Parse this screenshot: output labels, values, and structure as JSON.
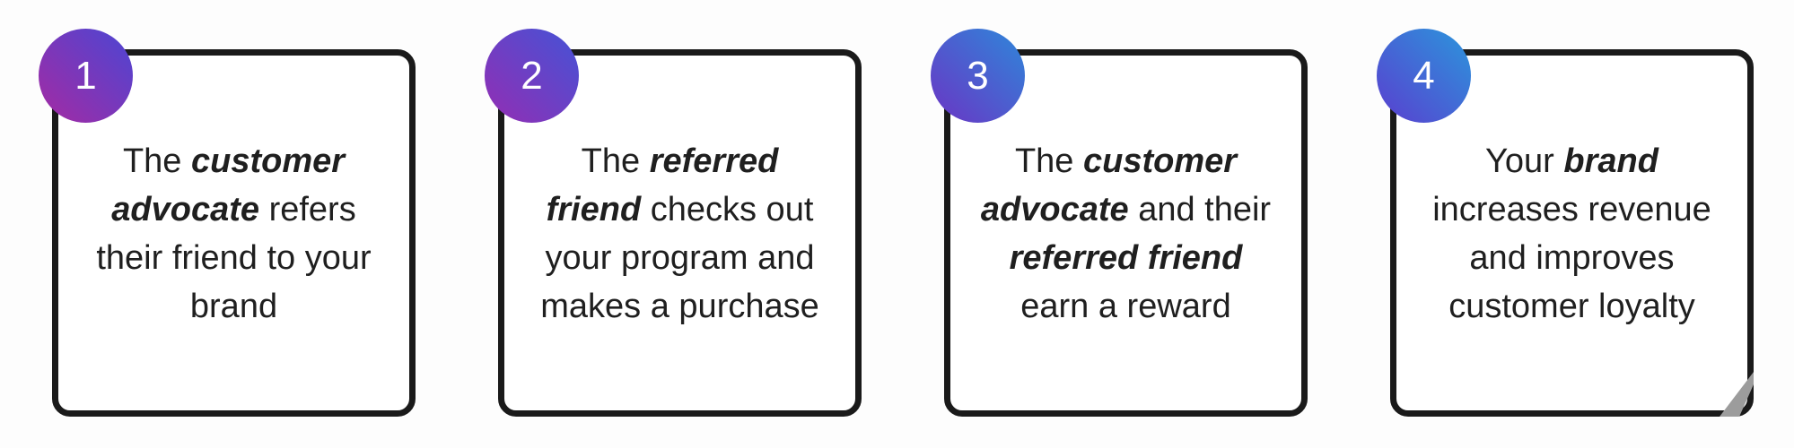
{
  "style": {
    "page_bg": "#fdfdfd",
    "card_bg": "#ffffff",
    "card_border": "#1a1a1a",
    "text_color": "#1f1f1f",
    "artifact_color": "#9c9c9c",
    "badge_number_color": "#ffffff"
  },
  "cards": [
    {
      "number": "1",
      "badge_from": "#a52aa3",
      "badge_to": "#4b46d3",
      "full_text": "The customer advocate refers their friend to your brand",
      "lines": [
        [
          {
            "t": "The ",
            "em": false
          },
          {
            "t": "customer",
            "em": true
          }
        ],
        [
          {
            "t": "advocate",
            "em": true
          },
          {
            "t": " refers",
            "em": false
          }
        ],
        [
          {
            "t": "their friend to your",
            "em": false
          }
        ],
        [
          {
            "t": "brand",
            "em": false
          }
        ]
      ]
    },
    {
      "number": "2",
      "badge_from": "#942db3",
      "badge_to": "#4453d6",
      "full_text": "The referred friend checks out your program and makes a purchase",
      "lines": [
        [
          {
            "t": "The ",
            "em": false
          },
          {
            "t": "referred",
            "em": true
          }
        ],
        [
          {
            "t": "friend",
            "em": true
          },
          {
            "t": " checks out",
            "em": false
          }
        ],
        [
          {
            "t": "your program and",
            "em": false
          }
        ],
        [
          {
            "t": "makes a purchase",
            "em": false
          }
        ]
      ]
    },
    {
      "number": "3",
      "badge_from": "#6b34c4",
      "badge_to": "#2e87da",
      "full_text": "The customer advocate and their referred friend earn a reward",
      "lines": [
        [
          {
            "t": "The ",
            "em": false
          },
          {
            "t": "customer",
            "em": true
          }
        ],
        [
          {
            "t": "advocate",
            "em": true
          },
          {
            "t": " and their",
            "em": false
          }
        ],
        [
          {
            "t": "referred friend",
            "em": true
          }
        ],
        [
          {
            "t": "earn a reward",
            "em": false
          }
        ]
      ]
    },
    {
      "number": "4",
      "badge_from": "#5a3ecf",
      "badge_to": "#2b96dc",
      "full_text": "Your brand increases revenue and improves customer loyalty",
      "has_corner_artifact": true,
      "lines": [
        [
          {
            "t": "Your ",
            "em": false
          },
          {
            "t": "brand",
            "em": true
          }
        ],
        [
          {
            "t": "increases revenue",
            "em": false
          }
        ],
        [
          {
            "t": "and improves",
            "em": false
          }
        ],
        [
          {
            "t": "customer loyalty",
            "em": false
          }
        ]
      ]
    }
  ]
}
